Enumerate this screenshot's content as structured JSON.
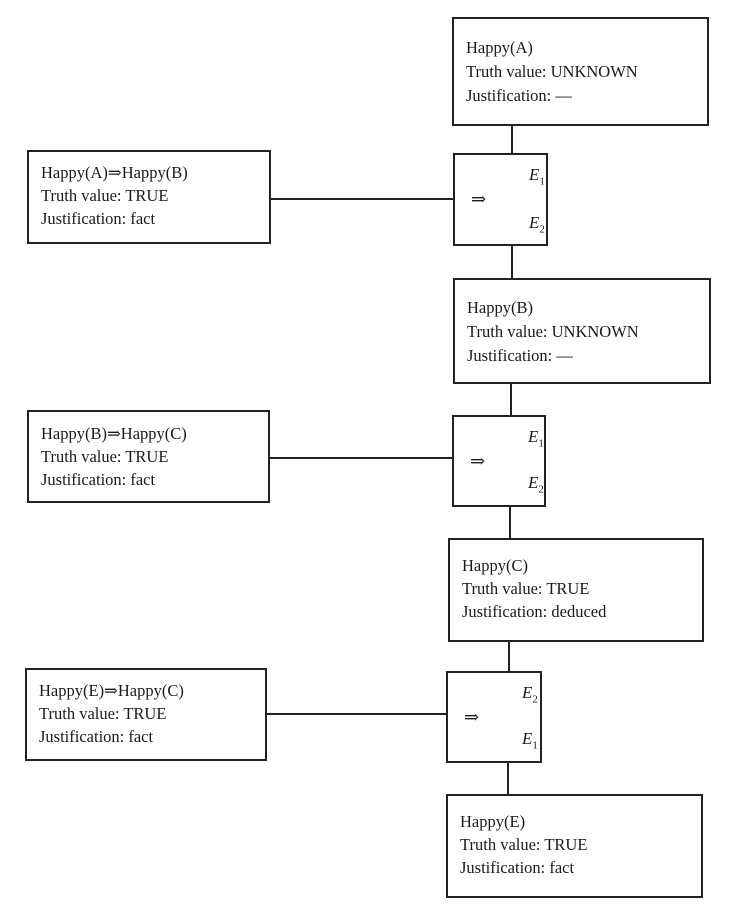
{
  "nodes": {
    "happy_a": {
      "name": "Happy(A)",
      "truth": "Truth value: UNKNOWN",
      "just": "Justification: —"
    },
    "rule1": {
      "name": "Happy(A)⇒Happy(B)",
      "truth": "Truth value: TRUE",
      "just": "Justification: fact"
    },
    "happy_b": {
      "name": "Happy(B)",
      "truth": "Truth value: UNKNOWN",
      "just": "Justification: —"
    },
    "rule2": {
      "name": "Happy(B)⇒Happy(C)",
      "truth": "Truth value: TRUE",
      "just": "Justification: fact"
    },
    "happy_c": {
      "name": "Happy(C)",
      "truth": "Truth value: TRUE",
      "just": "Justification: deduced"
    },
    "rule3": {
      "name": "Happy(E)⇒Happy(C)",
      "truth": "Truth value: TRUE",
      "just": "Justification: fact"
    },
    "happy_e": {
      "name": "Happy(E)",
      "truth": "Truth value: TRUE",
      "just": "Justification: fact"
    }
  },
  "operators": [
    {
      "symbol": "⇒",
      "top": "E",
      "top_sub": "1",
      "bottom": "E",
      "bottom_sub": "2"
    },
    {
      "symbol": "⇒",
      "top": "E",
      "top_sub": "1",
      "bottom": "E",
      "bottom_sub": "2"
    },
    {
      "symbol": "⇒",
      "top": "E",
      "top_sub": "2",
      "bottom": "E",
      "bottom_sub": "1"
    }
  ]
}
